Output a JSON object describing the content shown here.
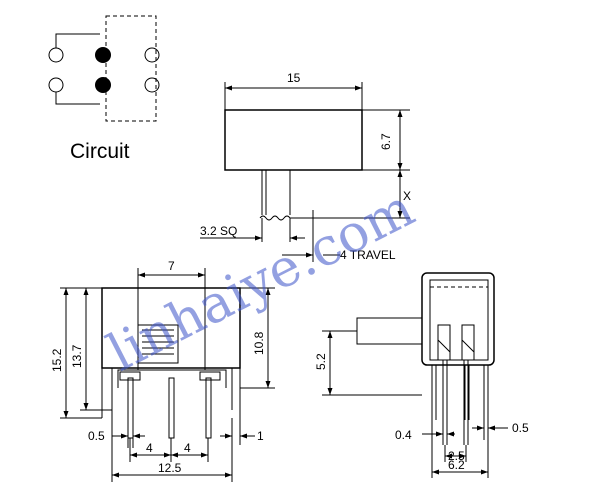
{
  "circuit": {
    "label": "Circuit"
  },
  "dimensions": {
    "top_width": "15",
    "top_height": "6.7",
    "x_label": "X",
    "square": "3.2 SQ",
    "travel": "4 TRAVEL",
    "front_seven": "7",
    "front_total_height": "15.2",
    "front_body_height": "13.7",
    "front_right_height": "10.8",
    "front_pin_thickness": "0.5",
    "front_pitch_left": "4",
    "front_pitch_right": "4",
    "front_one": "1",
    "front_total_width": "12.5",
    "side_height": "5.2",
    "side_pin_left": "0.4",
    "side_pin_right": "0.5",
    "side_pitch": "2.5",
    "side_width": "6.2"
  },
  "watermark": {
    "text": "linhaiye.com"
  }
}
